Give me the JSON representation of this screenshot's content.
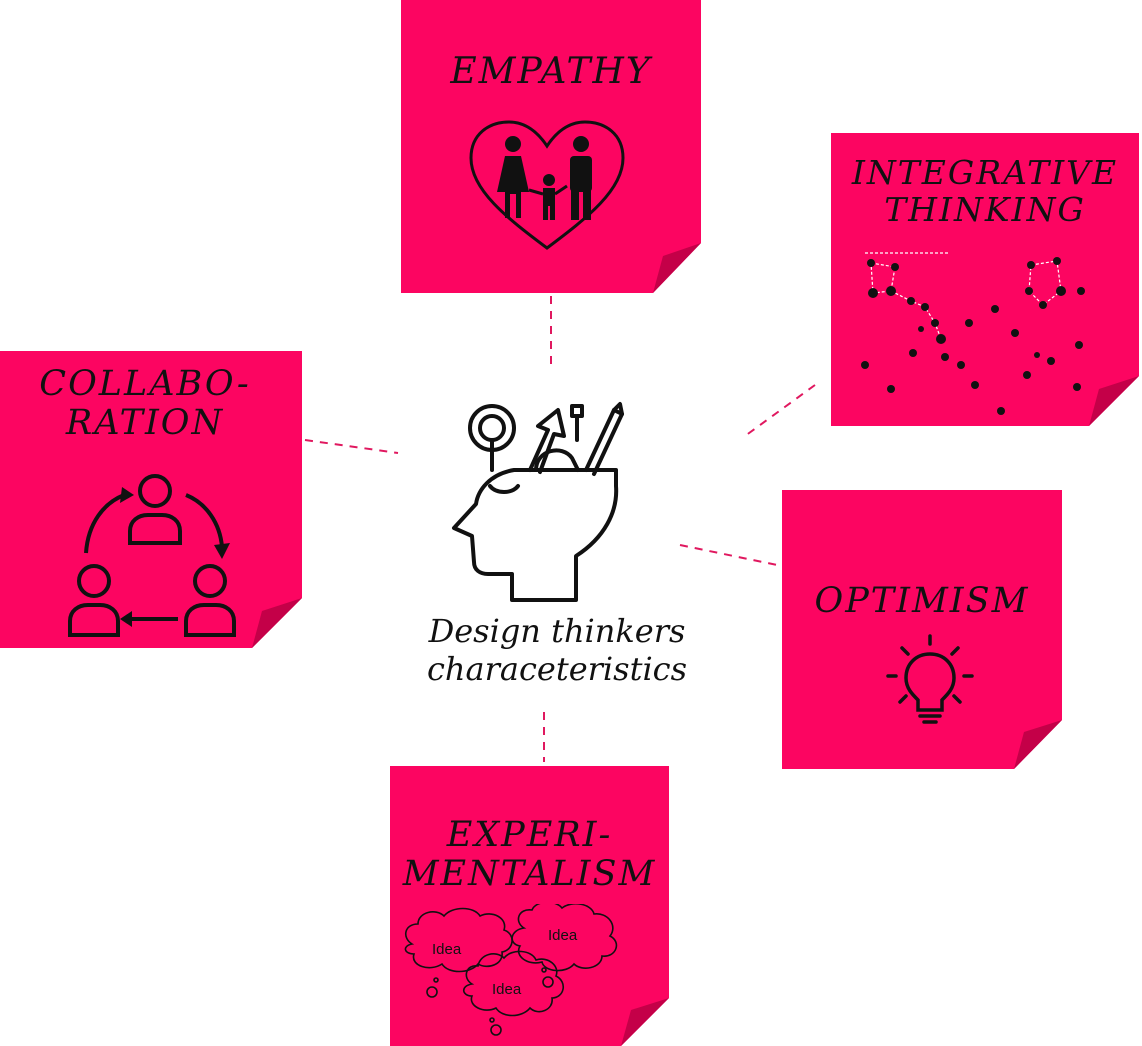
{
  "diagram": {
    "center": {
      "icon": "head-with-creative-tools-icon",
      "caption_line1": "Design thinkers",
      "caption_line2": "characeteristics"
    },
    "notes": [
      {
        "id": "empathy",
        "line1": "EMPATHY",
        "line2": "",
        "icon": "family-in-heart-icon"
      },
      {
        "id": "integrative-thinking",
        "line1": "INTEGRATIVE",
        "line2": "THINKING",
        "icon": "constellation-icon"
      },
      {
        "id": "collaboration",
        "line1": "COLLABO-",
        "line2": "RATION",
        "icon": "team-cycle-icon"
      },
      {
        "id": "optimism",
        "line1": "OPTIMISM",
        "line2": "",
        "icon": "lightbulb-icon"
      },
      {
        "id": "experimentalism",
        "line1": "EXPERI-",
        "line2": "MENTALISM",
        "icon": "idea-clouds-icon"
      }
    ],
    "idea_labels": [
      "Idea",
      "Idea",
      "Idea"
    ],
    "colors": {
      "note": "#fc0561",
      "note_fold": "#c40048",
      "connector": "#e0185f",
      "ink": "#111111"
    }
  }
}
